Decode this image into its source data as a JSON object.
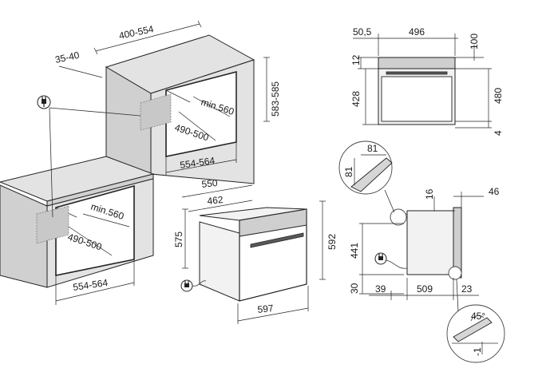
{
  "dimensions": {
    "top_width": "400-554",
    "side_depth": "35-40",
    "upper_height": "583-585",
    "upper_depth_min": "min.560",
    "upper_inner": "490-500",
    "upper_width": "554-564",
    "lower_depth_min": "min.560",
    "lower_inner": "490-500",
    "lower_width": "554-564",
    "oven_depth": "550",
    "oven_inner_depth": "462",
    "oven_height_side": "575",
    "oven_height_front": "592",
    "oven_width": "597",
    "front_offset": "50,5",
    "front_width": "496",
    "front_top": "100",
    "front_band": "12",
    "front_inner_height": "428",
    "front_total_height": "480",
    "front_bottom": "4",
    "detail_81_h": "81",
    "detail_81_v": "81",
    "side_16": "16",
    "side_46": "46",
    "side_441": "441",
    "side_30": "30",
    "side_39": "39",
    "side_509": "509",
    "side_23": "23",
    "angle_45": "45°",
    "detail_minus1": "-1"
  },
  "icons": [
    "power-plug-icon",
    "power-plug-icon",
    "power-plug-icon",
    "power-plug-icon"
  ]
}
